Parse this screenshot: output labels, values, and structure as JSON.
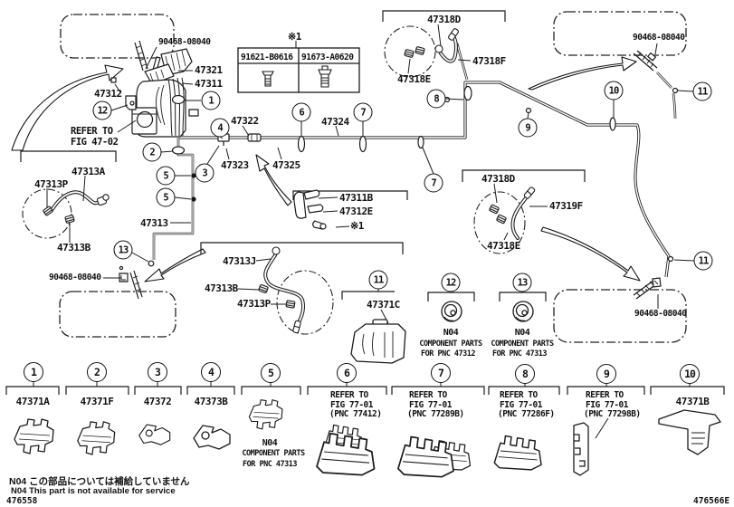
{
  "colors": {
    "ink": "#1a1a1a",
    "bg": "#ffffff"
  },
  "callouts": {
    "c1": "1",
    "c2": "2",
    "c3": "3",
    "c4": "4",
    "c5": "5",
    "c6": "6",
    "c7": "7",
    "c8": "8",
    "c9": "9",
    "c10": "10",
    "c11": "11",
    "c12": "12",
    "c13": "13"
  },
  "labels": {
    "bolt_top_left": "90468-08040",
    "p47321": "47321",
    "p47311": "47311",
    "p47312": "47312",
    "refer_master_1": "REFER TO",
    "refer_master_2": "FIG 47-02",
    "p47322": "47322",
    "p47323": "47323",
    "p47324": "47324",
    "p47325": "47325",
    "p47313a": "47313A",
    "p47313p_left": "47313P",
    "p47313b_left": "47313B",
    "p47313": "47313",
    "bolt_left": "90468-08040",
    "p47311b": "47311B",
    "p47312e": "47312E",
    "asterisk1": "※1",
    "p47313j": "47313J",
    "p47313b_mid": "47313B",
    "p47313p_mid": "47313P",
    "p47318d_top": "47318D",
    "p47318f": "47318F",
    "p47318e_top": "47318E",
    "bolt_top_right": "90468-08040",
    "p47318d_right": "47318D",
    "p47319f": "47319F",
    "p47318e_right": "47318E",
    "bolt_bottom_right": "90468-08040",
    "p47371c": "47371C"
  },
  "hardware_box": {
    "mark": "※1",
    "left_part": "91621-B0616",
    "right_part": "91673-A0620"
  },
  "n04": {
    "code": "N04",
    "component": "COMPONENT PARTS",
    "for_47312": "FOR PNC 47312",
    "for_47313": "FOR PNC 47313"
  },
  "legend": [
    {
      "num": "1",
      "part": "47371A"
    },
    {
      "num": "2",
      "part": "47371F"
    },
    {
      "num": "3",
      "part": "47372"
    },
    {
      "num": "4",
      "part": "47373B"
    },
    {
      "num": "5",
      "n04": "N04",
      "note1": "COMPONENT PARTS",
      "note2": "FOR PNC 47313"
    },
    {
      "num": "6",
      "ref1": "REFER TO",
      "ref2": "FIG 77-01",
      "ref3": "(PNC 77412)"
    },
    {
      "num": "7",
      "ref1": "REFER TO",
      "ref2": "FIG 77-01",
      "ref3": "(PNC 77289B)"
    },
    {
      "num": "8",
      "ref1": "REFER TO",
      "ref2": "FIG 77-01",
      "ref3": "(PNC 77286F)"
    },
    {
      "num": "9",
      "ref1": "REFER TO",
      "ref2": "FIG 77-01",
      "ref3": "(PNC 77298B)"
    },
    {
      "num": "10",
      "part": "47371B"
    }
  ],
  "footer": {
    "note_jp": "N04 この部品については補給していません",
    "note_en": "N04 This part is not available for service",
    "code_left": "476558",
    "code_right": "476566E"
  }
}
